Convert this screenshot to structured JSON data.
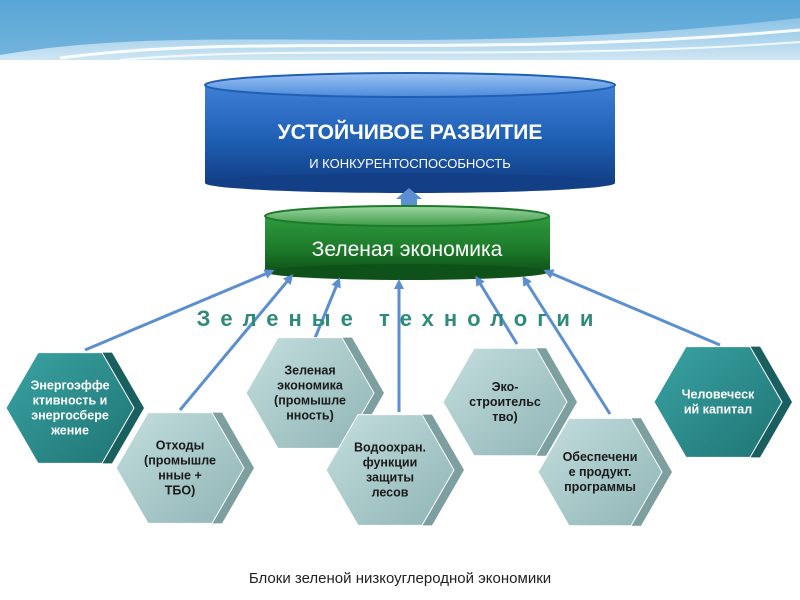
{
  "top_block": {
    "title": "УСТОЙЧИВОЕ РАЗВИТИЕ",
    "subtitle": "И КОНКУРЕНТОСПОСОБНОСТЬ",
    "color": "#1f5fb4"
  },
  "middle_block": {
    "label": "Зеленая экономика",
    "color": "#1d7a2a"
  },
  "banner": "Зеленые технологии",
  "hexagons": [
    {
      "lines": [
        "Энергоэффе",
        "ктивность и",
        "энергосбере",
        "жение"
      ],
      "style": "dark"
    },
    {
      "lines": [
        "Отходы",
        "(промышле",
        "нные +",
        "ТБО)"
      ],
      "style": "light"
    },
    {
      "lines": [
        "Зеленая",
        "экономика",
        "(промышле",
        "нность)"
      ],
      "style": "light"
    },
    {
      "lines": [
        "Водоохран.",
        "функции",
        "защиты",
        "лесов"
      ],
      "style": "light"
    },
    {
      "lines": [
        "Эко-",
        "строительс",
        "тво)"
      ],
      "style": "light"
    },
    {
      "lines": [
        "Обеспечени",
        "е продукт.",
        "программы"
      ],
      "style": "light"
    },
    {
      "lines": [
        "Человеческ",
        "ий капитал"
      ],
      "style": "dark"
    }
  ],
  "caption": "Блоки зеленой низкоуглеродной экономики",
  "colors": {
    "arrow": "#5b8fd0",
    "banner_text": "#2e8b7a",
    "hex_light": "#a9c8c8",
    "hex_dark": "#2e8b8b"
  }
}
